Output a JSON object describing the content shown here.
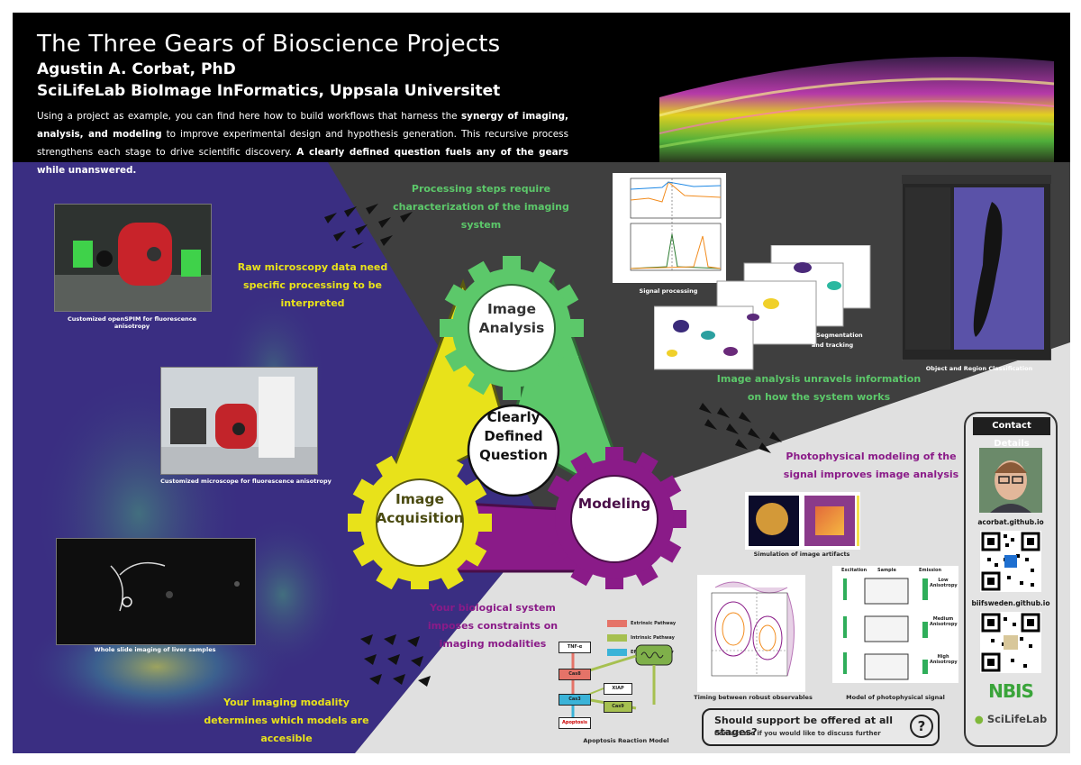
{
  "header": {
    "title": "The Three Gears of Bioscience Projects",
    "author": "Agustin A. Corbat, PhD",
    "affiliation": "SciLifeLab BioImage InFormatics, Uppsala Universitet",
    "abstract_1": "Using a project as example, you can find here how to build workflows that harness the ",
    "abstract_b1": "synergy of imaging, analysis, and modeling",
    "abstract_2": " to improve experimental design and hypothesis generation. This recursive process strengthens each stage to drive scientific discovery. ",
    "abstract_b2": "A clearly defined question fuels any of the gears while unanswered."
  },
  "gears": {
    "analysis": "Image Analysis",
    "acquisition": "Image Acquisition",
    "modeling": "Modeling",
    "center": "Clearly Defined Question"
  },
  "labels": {
    "processing": "Processing steps require characterization of the imaging system",
    "raw": "Raw microscopy data need specific processing to be interpreted",
    "unravels": "Image analysis unravels information on how the system works",
    "photophysical": "Photophysical modeling of the signal improves image analysis",
    "constraints": "Your biological system imposes constraints on imaging modalities",
    "modality": "Your imaging modality determines which models are accesible"
  },
  "captions": {
    "openspim": "Customized openSPIM for fluorescence anisotropy",
    "microscope": "Customized microscope for fluorescence anisotropy",
    "slide": "Whole slide imaging of liver samples",
    "signal": "Signal processing",
    "segmentation": "Cell Segmentation and tracking",
    "classification": "Object and Region Classification",
    "artifacts": "Simulation of image artifacts",
    "apoptosis": "Apoptosis Reaction Model",
    "timing": "Timing between robust observables",
    "photomodel": "Model of photophysical signal"
  },
  "pathways": {
    "extrinsic": "Extrinsic Pathway",
    "intrinsic": "Intrinsic Pathway",
    "effector": "Effector Pathway",
    "nodes": [
      "TNF-α",
      "Cas8",
      "Cas3",
      "Apoptosis",
      "XIAP",
      "Cas9"
    ]
  },
  "photomodel_labels": {
    "excitation": "Excitation",
    "sample": "Sample",
    "emission": "Emission",
    "low": "Low Anisotropy",
    "medium": "Medium Anisotropy",
    "high": "High Anisotropy"
  },
  "contact": {
    "heading": "Contact Details",
    "link1": "acorbat.github.io",
    "link2": "biifsweden.github.io",
    "logo1": "NBIS",
    "logo2": "SciLifeLab"
  },
  "support": {
    "question": "Should support be offered at all stages?",
    "sub": "Contact me if you would like to discuss further",
    "icon": "?"
  },
  "colors": {
    "yellow": "#e8e21a",
    "green": "#5cc86a",
    "purple": "#8a1b88",
    "navy": "#3a2e82",
    "dark": "#3f3f3f",
    "light": "#e0e0e0"
  }
}
